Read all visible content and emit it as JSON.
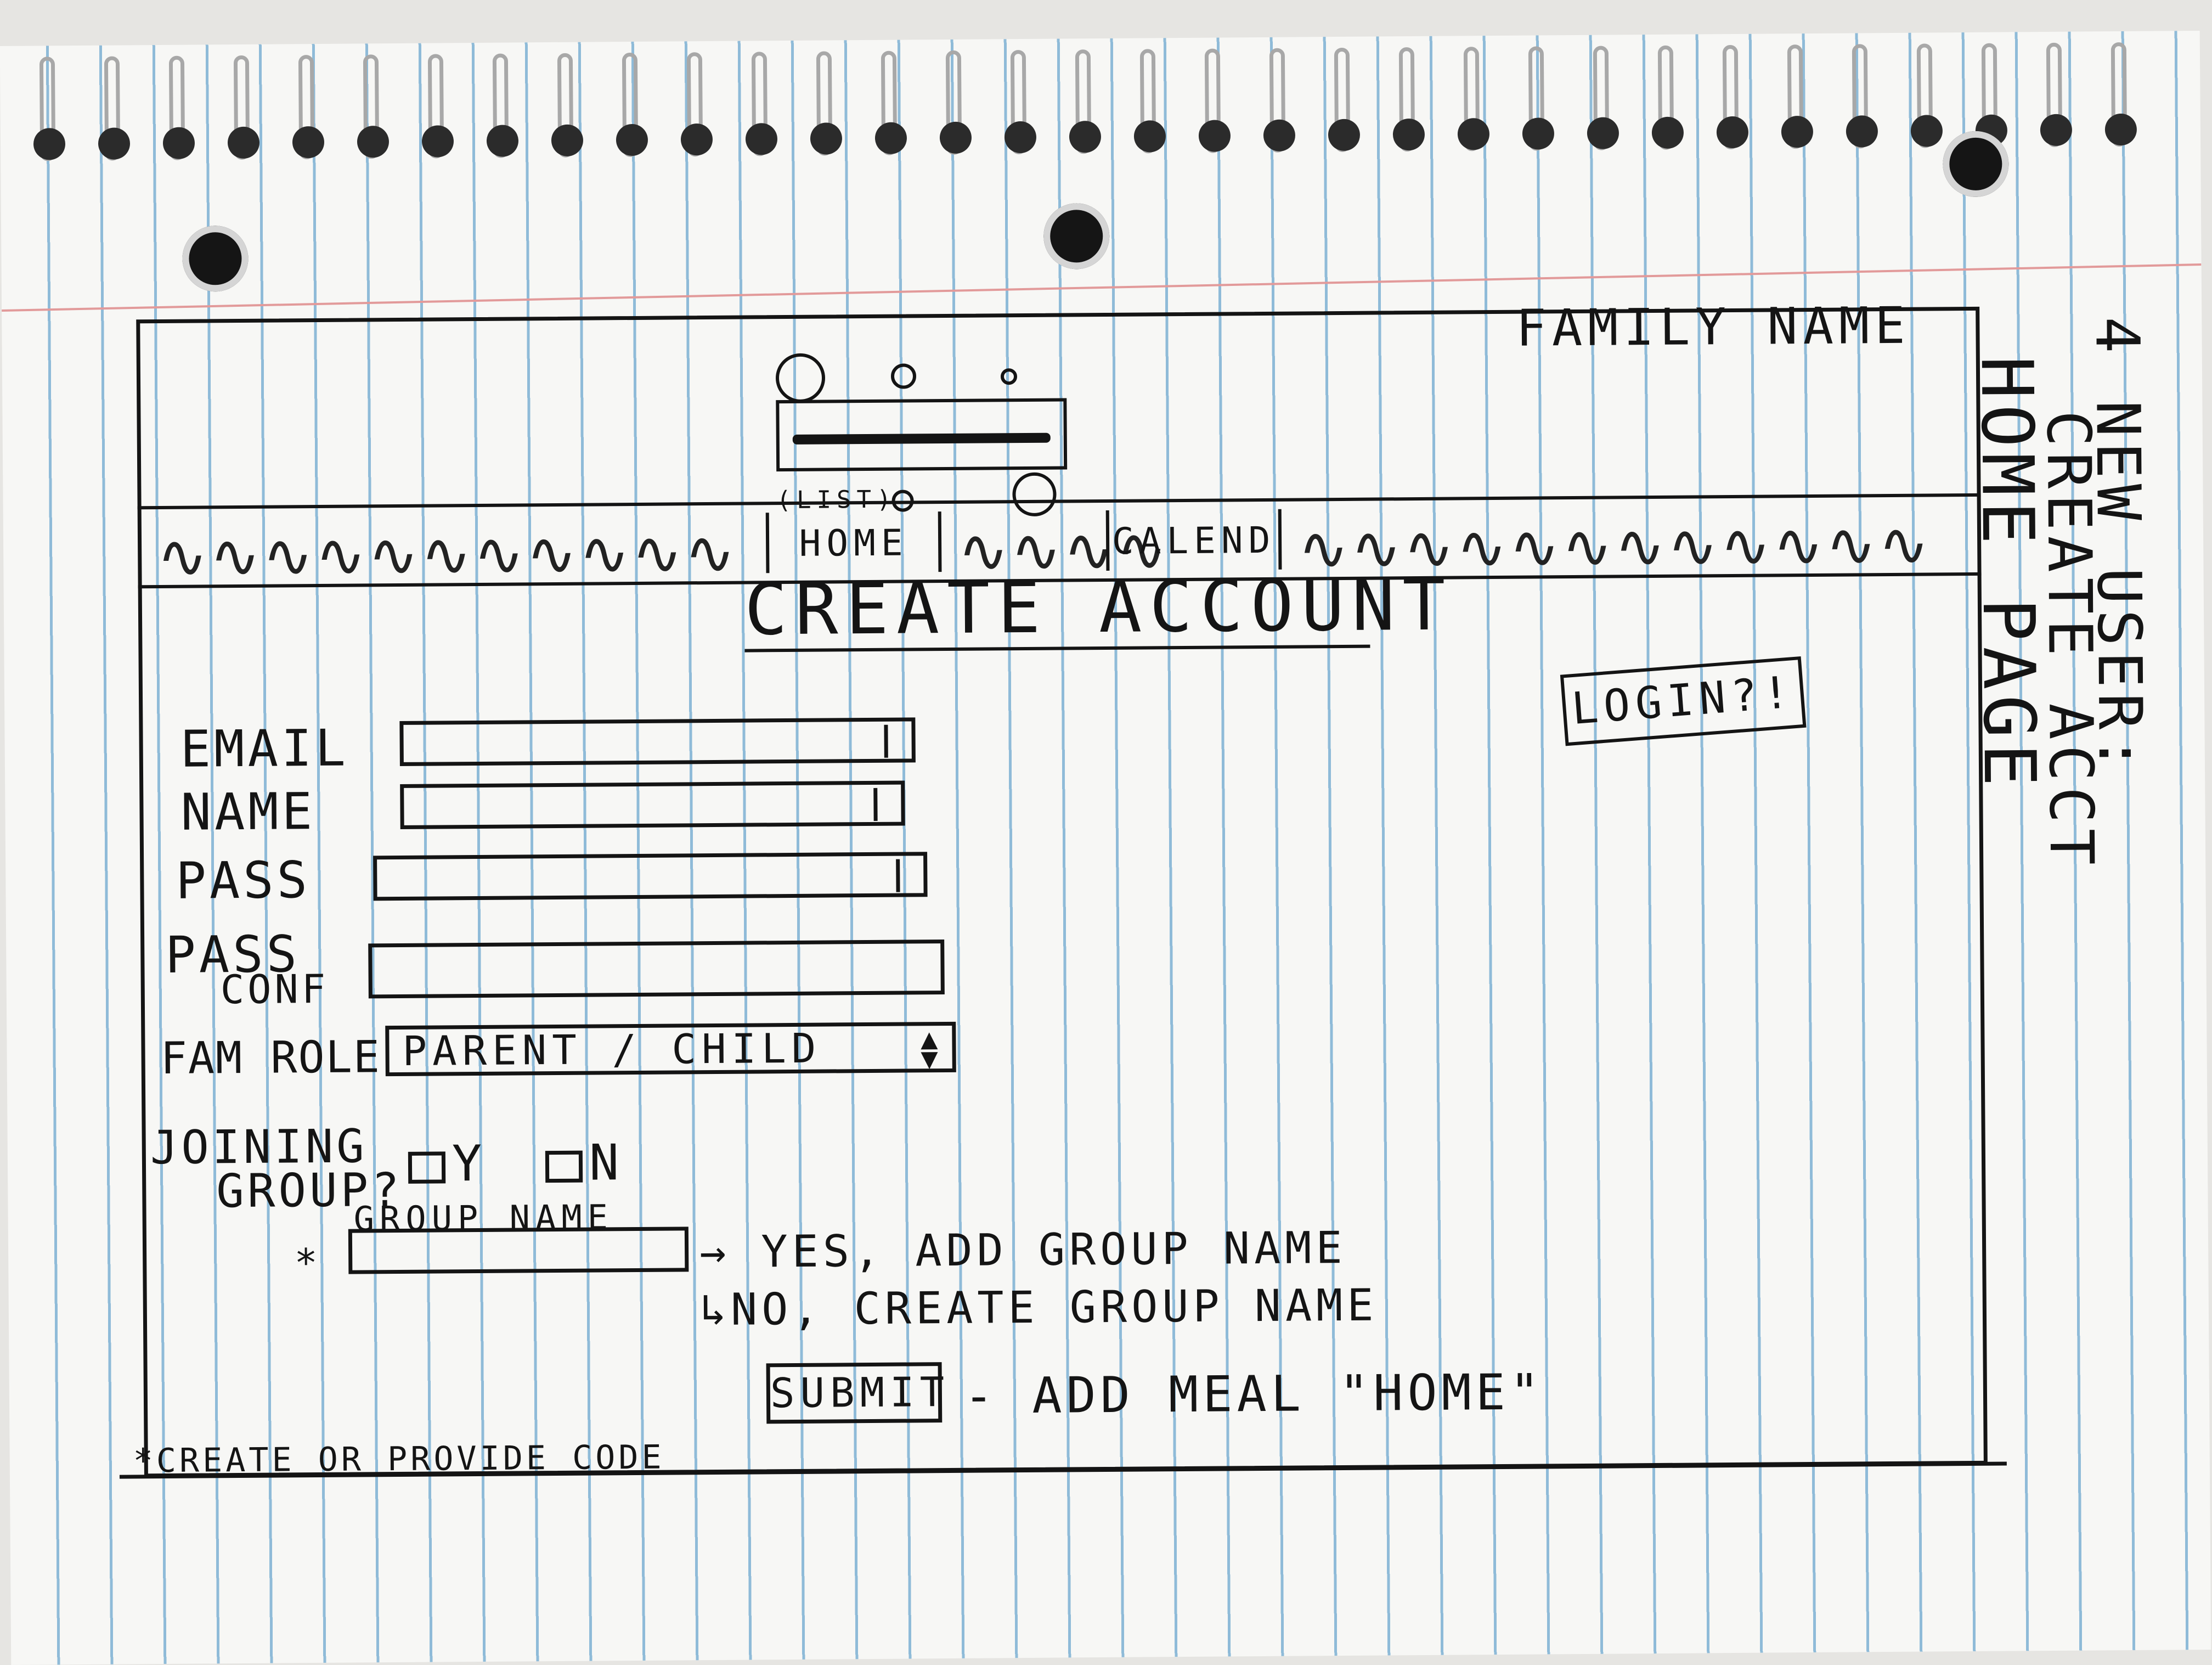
{
  "header": {
    "family_name": "FAMILY NAME"
  },
  "nav": {
    "squiggle_left": "∿∿∿∿∿∿∿∿∿∿∿",
    "home_small": "(LIST)",
    "home_label": "HOME",
    "squiggle_mid": "∿∿∿∿",
    "calendar_label": "CALEND",
    "squiggle_right": "∿∿∿∿∿∿∿∿∿∿∿∿"
  },
  "page_title": "CREATE ACCOUNT",
  "login_label": "LOGIN?!",
  "form": {
    "email_label": "EMAIL",
    "name_label": "NAME",
    "pass_label": "PASS",
    "pass_conf_label_1": "PASS",
    "pass_conf_label_2": "CONF",
    "fam_role_label": "FAM ROLE",
    "fam_role_value": "PARENT / CHILD",
    "joining_label_1": "JOINING",
    "joining_label_2": "GROUP?",
    "yes_label": "Y",
    "no_label": "N",
    "group_name_label": "GROUP NAME",
    "group_star": "*",
    "arrow_yes": "→ YES, ADD GROUP NAME",
    "arrow_no": "↳NO, CREATE GROUP NAME",
    "submit_label": "SUBMIT",
    "submit_note": "- ADD MEAL \"HOME\""
  },
  "footnote": "*CREATE OR PROVIDE CODE",
  "side_note": {
    "line1": "4 NEW USER:",
    "line2": "CREATE ACCT",
    "line3": "HOME PAGE"
  }
}
